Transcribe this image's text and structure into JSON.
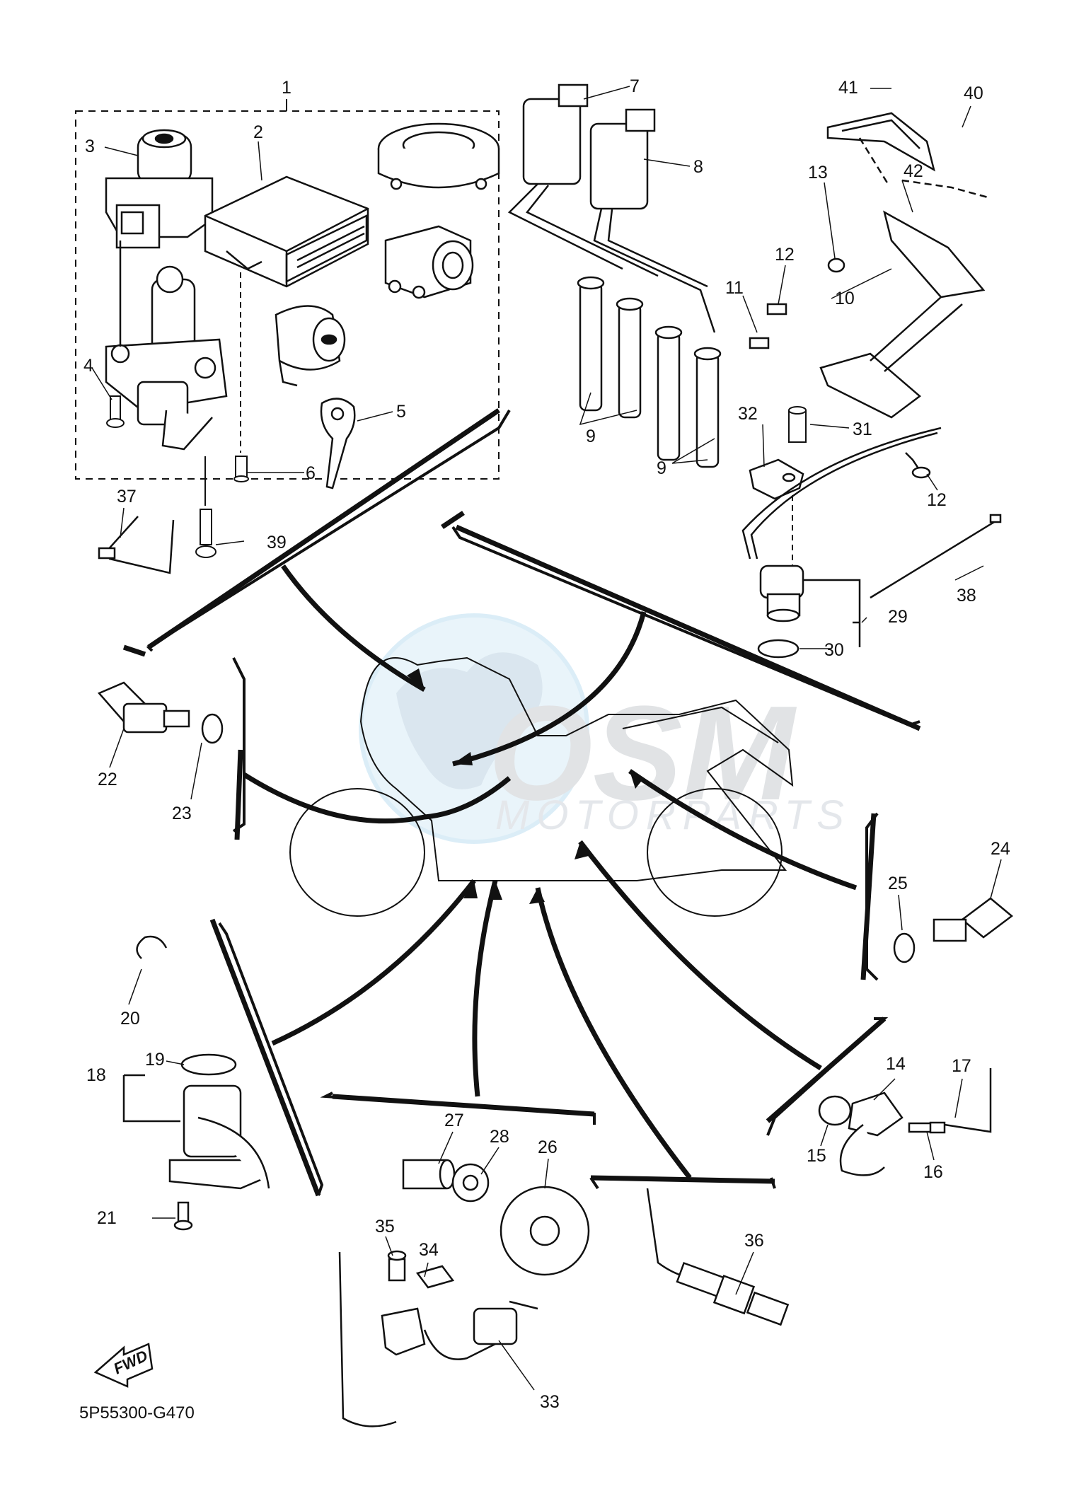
{
  "diagram": {
    "part_code": "5P55300-G470",
    "direction_label": "FWD",
    "watermark": {
      "brand": "OSM",
      "subtitle": "MOTORPARTS"
    },
    "callouts": [
      "1",
      "2",
      "3",
      "4",
      "5",
      "6",
      "7",
      "8",
      "9",
      "9",
      "10",
      "11",
      "12",
      "12",
      "13",
      "14",
      "15",
      "16",
      "17",
      "18",
      "19",
      "20",
      "21",
      "22",
      "23",
      "24",
      "25",
      "26",
      "27",
      "28",
      "29",
      "30",
      "31",
      "32",
      "33",
      "34",
      "35",
      "36",
      "37",
      "38",
      "39",
      "40",
      "41",
      "42"
    ]
  }
}
